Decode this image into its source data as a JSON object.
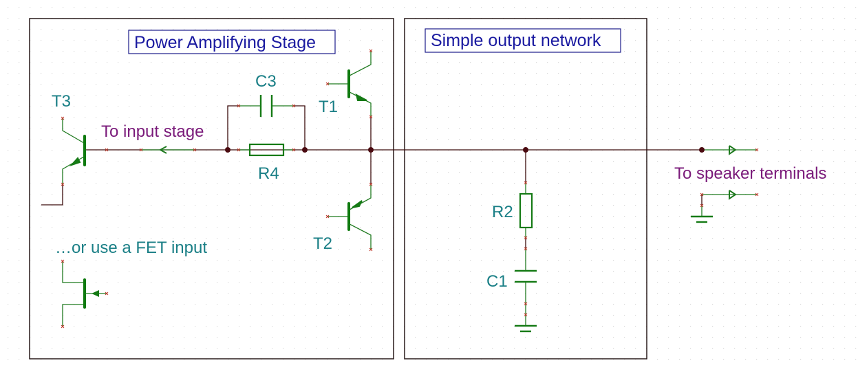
{
  "schematic": {
    "frames": [
      {
        "id": "power-stage",
        "title": "Power Amplifying Stage"
      },
      {
        "id": "output-network",
        "title": "Simple output network"
      }
    ],
    "components": [
      {
        "ref": "T3",
        "type": "NPN transistor"
      },
      {
        "ref": "C3",
        "type": "capacitor"
      },
      {
        "ref": "R4",
        "type": "resistor"
      },
      {
        "ref": "T1",
        "type": "NPN transistor"
      },
      {
        "ref": "T2",
        "type": "PNP transistor"
      },
      {
        "ref": "R2",
        "type": "resistor"
      },
      {
        "ref": "C1",
        "type": "capacitor"
      }
    ],
    "labels": {
      "input_net": "To input stage",
      "fet_note": "…or use a FET input",
      "speaker_net": "To speaker terminals"
    },
    "colors": {
      "wire": "#3a0a0a",
      "component": "#157a15",
      "reference": "#1a7f86",
      "net_label": "#7a1a7a",
      "title": "#1a1aa0",
      "pin_marker": "#c0392b"
    }
  }
}
